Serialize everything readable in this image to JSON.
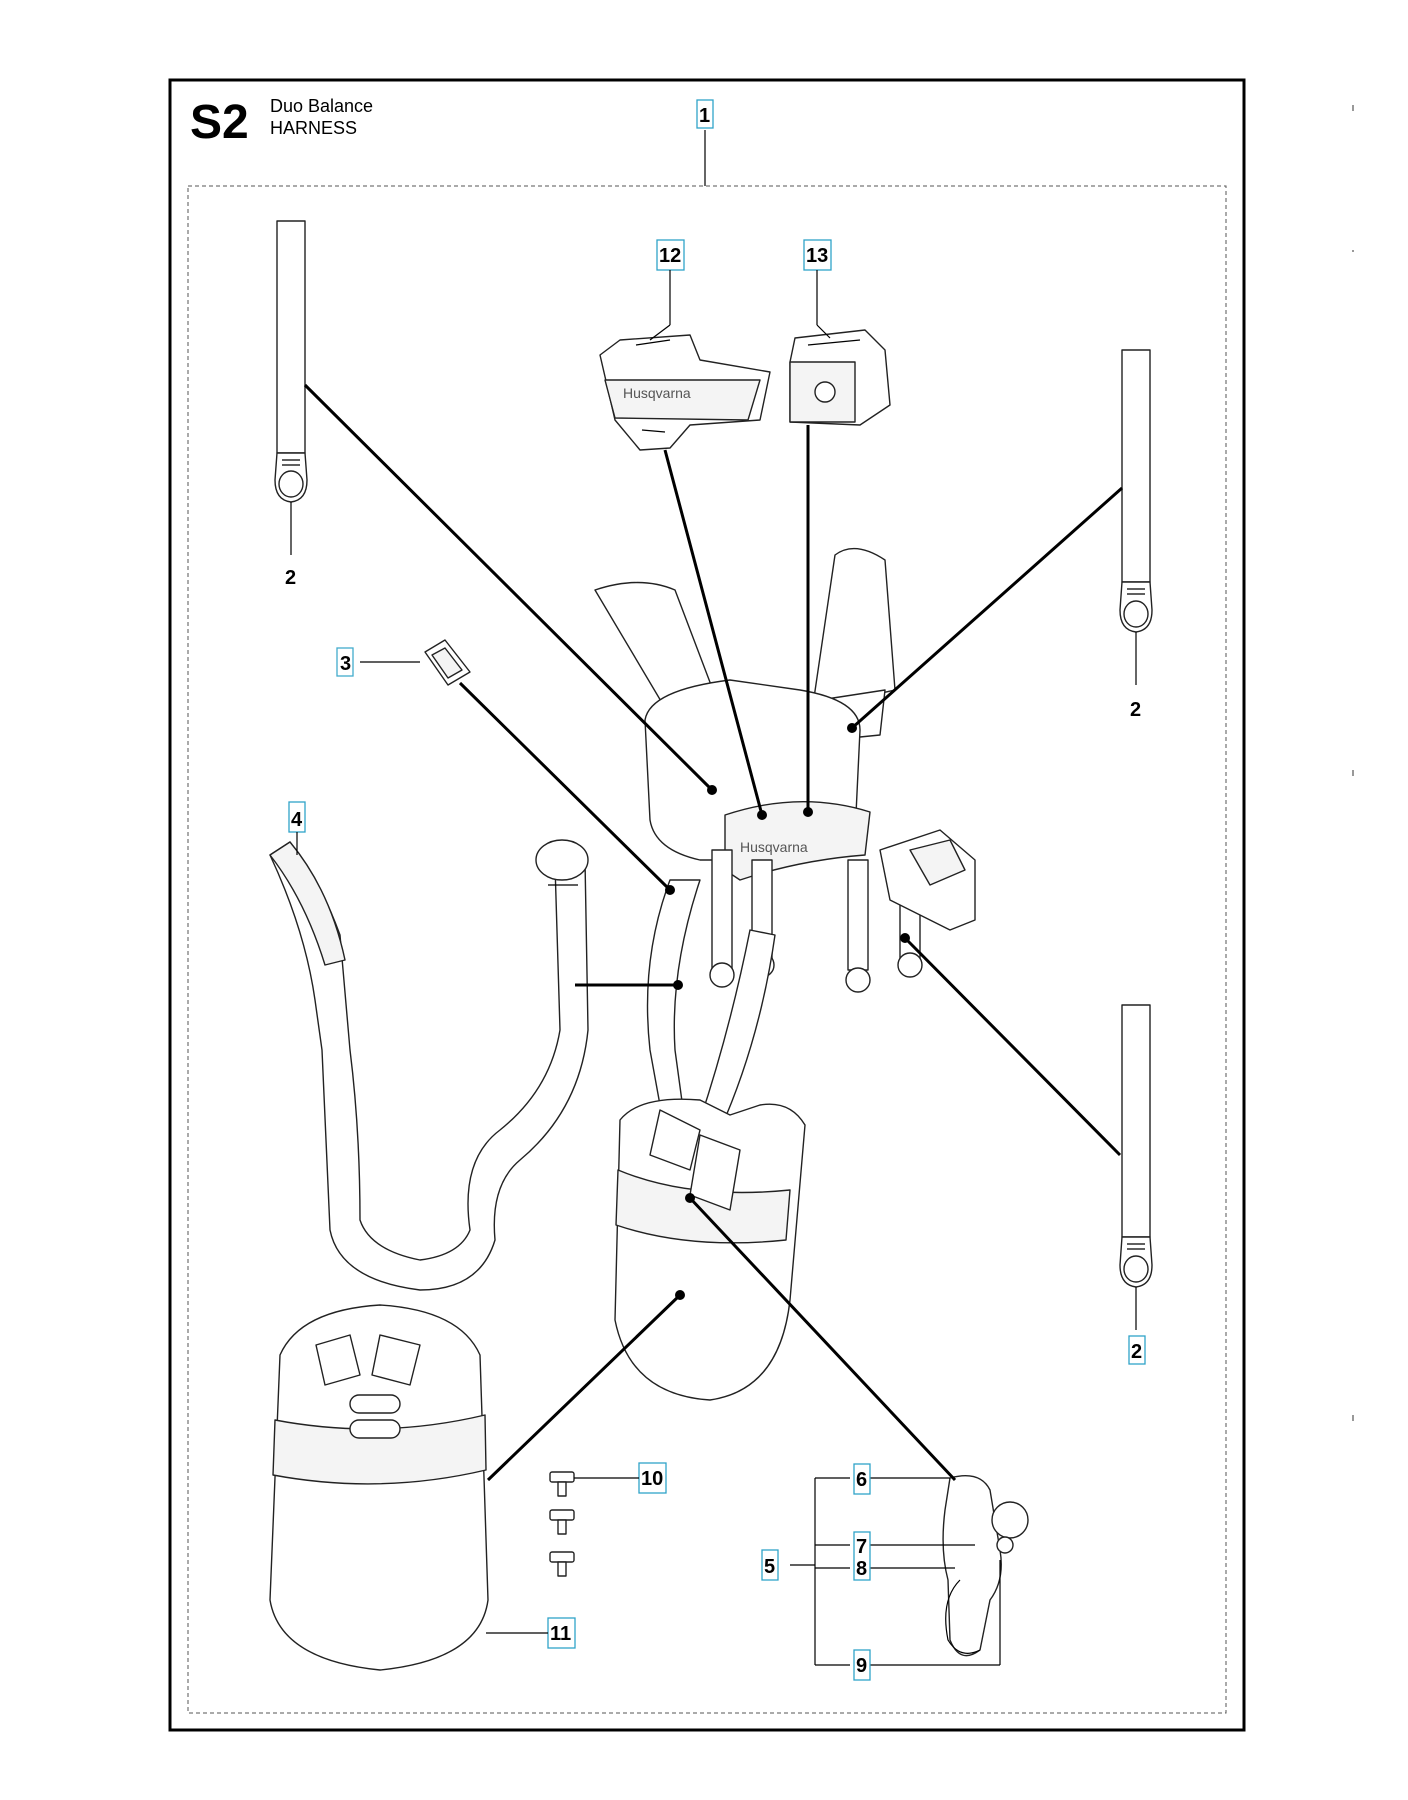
{
  "header": {
    "section_code": "S2",
    "title_line1": "Duo Balance",
    "title_line2": "HARNESS"
  },
  "callouts": {
    "c1": "1",
    "c2a": "2",
    "c2b": "2",
    "c2c": "2",
    "c3": "3",
    "c4": "4",
    "c5": "5",
    "c6": "6",
    "c7": "7",
    "c8": "8",
    "c9": "9",
    "c10": "10",
    "c11": "11",
    "c12": "12",
    "c13": "13"
  },
  "logos": {
    "pad_logo": "Husqvarna",
    "chest_logo": "Husqvarna"
  }
}
